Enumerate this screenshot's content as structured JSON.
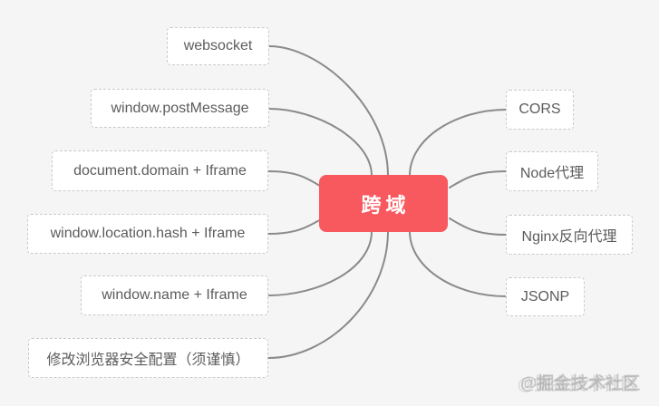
{
  "diagram": {
    "root": {
      "label": "跨域"
    },
    "left_branches": [
      {
        "label": "websocket"
      },
      {
        "label": "window.postMessage"
      },
      {
        "label": "document.domain + Iframe"
      },
      {
        "label": "window.location.hash + Iframe"
      },
      {
        "label": "window.name + Iframe"
      },
      {
        "label": "修改浏览器安全配置（须谨慎）"
      }
    ],
    "right_branches": [
      {
        "label": "CORS"
      },
      {
        "label": "Node代理"
      },
      {
        "label": "Nginx反向代理"
      },
      {
        "label": "JSONP"
      }
    ],
    "watermark": "@掘金技术社区",
    "colors": {
      "background": "#f5f5f6",
      "branch_background": "#ffffff",
      "branch_border": "#c9c9c9",
      "branch_text": "#5c5c5c",
      "root_background": "#f8595f",
      "root_text": "#ffffff",
      "connector": "#8a8a8a",
      "watermark_text": "#8c8c8c"
    }
  }
}
